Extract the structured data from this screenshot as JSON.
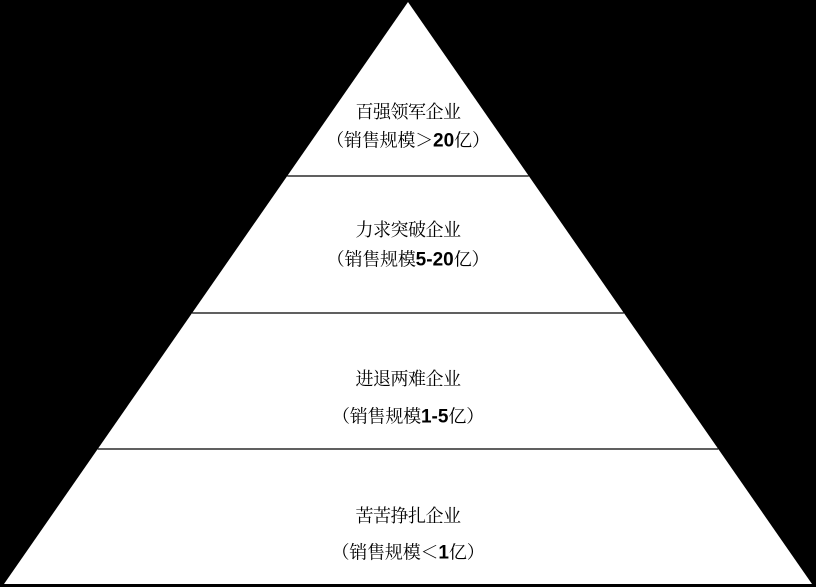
{
  "background_color": "#000000",
  "pyramid": {
    "fill_color": "#ffffff",
    "line_color": "#000000",
    "tier_count": 4,
    "tiers": [
      {
        "title": "百强领军企业",
        "scale_text": "（销售规模＞20亿）",
        "scale_prefix": "（销售规模＞",
        "scale_num": "20",
        "scale_suffix": "亿）"
      },
      {
        "title": "力求突破企业",
        "scale_text": "（销售规模5-20亿）",
        "scale_prefix": "（销售规模",
        "scale_num": "5-20",
        "scale_suffix": "亿）"
      },
      {
        "title": "进退两难企业",
        "scale_text": "（销售规模1-5亿）",
        "scale_prefix": "（销售规模",
        "scale_num": "1-5",
        "scale_suffix": "亿）"
      },
      {
        "title": "苦苦挣扎企业",
        "scale_text": "（销售规模＜1亿）",
        "scale_prefix": "（销售规模＜",
        "scale_num": "1",
        "scale_suffix": "亿）"
      }
    ]
  }
}
